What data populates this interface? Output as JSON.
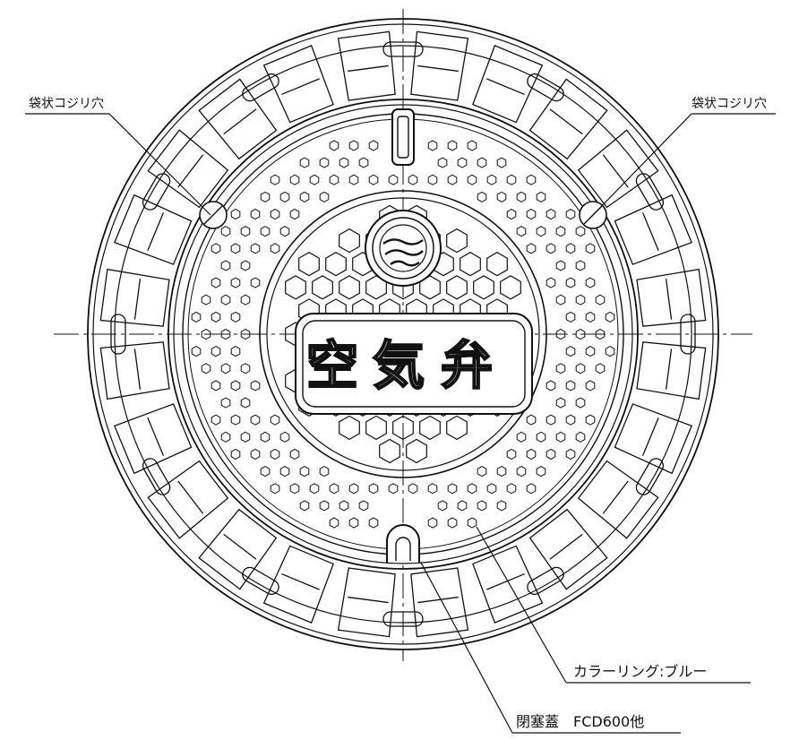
{
  "labels": {
    "hole_left": "袋状コジリ穴",
    "hole_right": "袋状コジリ穴",
    "color_ring": "カラーリング:ブルー",
    "closure_lid": "閉塞蓋　FCD600他"
  },
  "emblem_text": [
    "空",
    "気",
    "弁"
  ],
  "colors": {
    "line": "#111111",
    "background": "#ffffff"
  }
}
